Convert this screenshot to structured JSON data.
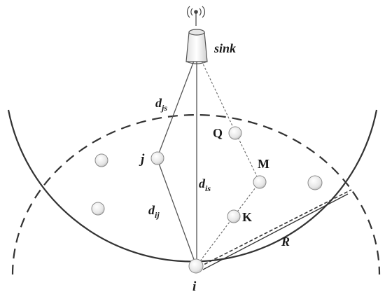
{
  "sink": {
    "label": "sink"
  },
  "nodes": {
    "i": "i",
    "j": "j",
    "Q": "Q",
    "M": "M",
    "K": "K"
  },
  "distances": {
    "d_js": {
      "base": "d",
      "sub": "js"
    },
    "d_is": {
      "base": "d",
      "sub": "is"
    },
    "d_ij": {
      "base": "d",
      "sub": "ij"
    },
    "R": "R"
  },
  "icons": [
    "antenna-icon",
    "sink-node-icon",
    "sensor-node-icon"
  ],
  "colors": {
    "stroke": "#333333",
    "node_fill": "#e9e9e9",
    "node_stroke": "#777777"
  }
}
